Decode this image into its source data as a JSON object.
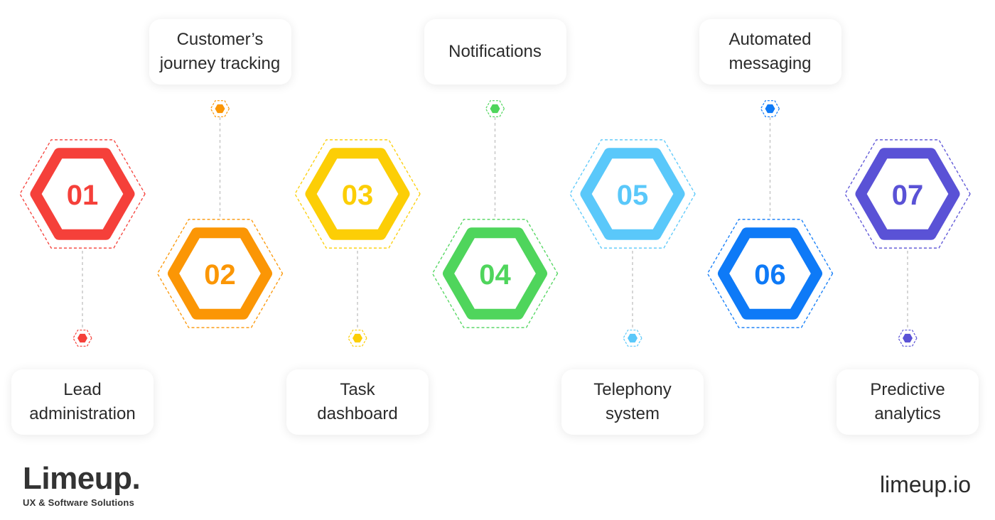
{
  "steps": [
    {
      "number": "01",
      "label": "Lead\nadministration",
      "color": "#f5403a",
      "label_position": "bottom"
    },
    {
      "number": "02",
      "label": "Customer’s\njourney tracking",
      "color": "#fb9605",
      "label_position": "top"
    },
    {
      "number": "03",
      "label": "Task\ndashboard",
      "color": "#fcce06",
      "label_position": "bottom"
    },
    {
      "number": "04",
      "label": "Notifications",
      "color": "#4fd55c",
      "label_position": "top"
    },
    {
      "number": "05",
      "label": "Telephony\nsystem",
      "color": "#5ac8fa",
      "label_position": "bottom"
    },
    {
      "number": "06",
      "label": "Automated\nmessaging",
      "color": "#0e7af7",
      "label_position": "top"
    },
    {
      "number": "07",
      "label": "Predictive\nanalytics",
      "color": "#5a52d6",
      "label_position": "bottom"
    }
  ],
  "brand": {
    "name": "Limeup.",
    "tagline": "UX & Software Solutions",
    "url": "limeup.io"
  }
}
